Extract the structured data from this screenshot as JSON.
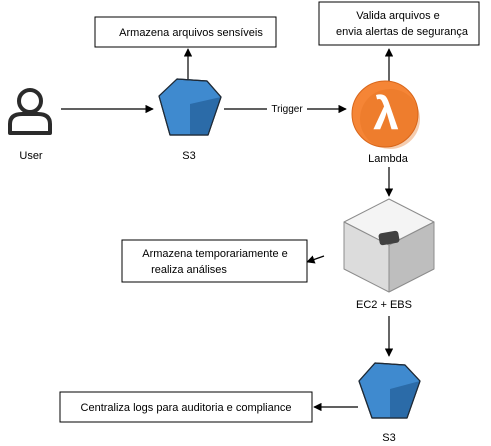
{
  "nodes": {
    "user": {
      "label": "User"
    },
    "s3_top": {
      "label": "S3"
    },
    "lambda": {
      "label": "Lambda",
      "glyph": "λ",
      "color": "#F58536"
    },
    "ec2": {
      "label": "EC2 + EBS"
    },
    "s3_bottom": {
      "label": "S3"
    }
  },
  "notes": {
    "s3_top": [
      "Armazena arquivos sensíveis"
    ],
    "lambda": [
      "Valida arquivos e",
      "envia alertas de segurança"
    ],
    "ec2": [
      "Armazena temporariamente e",
      "realiza análises"
    ],
    "s3_bottom": [
      "Centraliza logs para auditoria e compliance"
    ]
  },
  "edges": {
    "s3_to_lambda": {
      "label": "Trigger"
    }
  },
  "colors": {
    "s3_front": "#3F8ACF",
    "s3_side": "#2B6BA8",
    "lambda": "#F58536",
    "ec2_top": "#F2F2F2",
    "ec2_left": "#DADADA",
    "ec2_right": "#BDBDBD",
    "user_icon": "#2B2B2B"
  }
}
